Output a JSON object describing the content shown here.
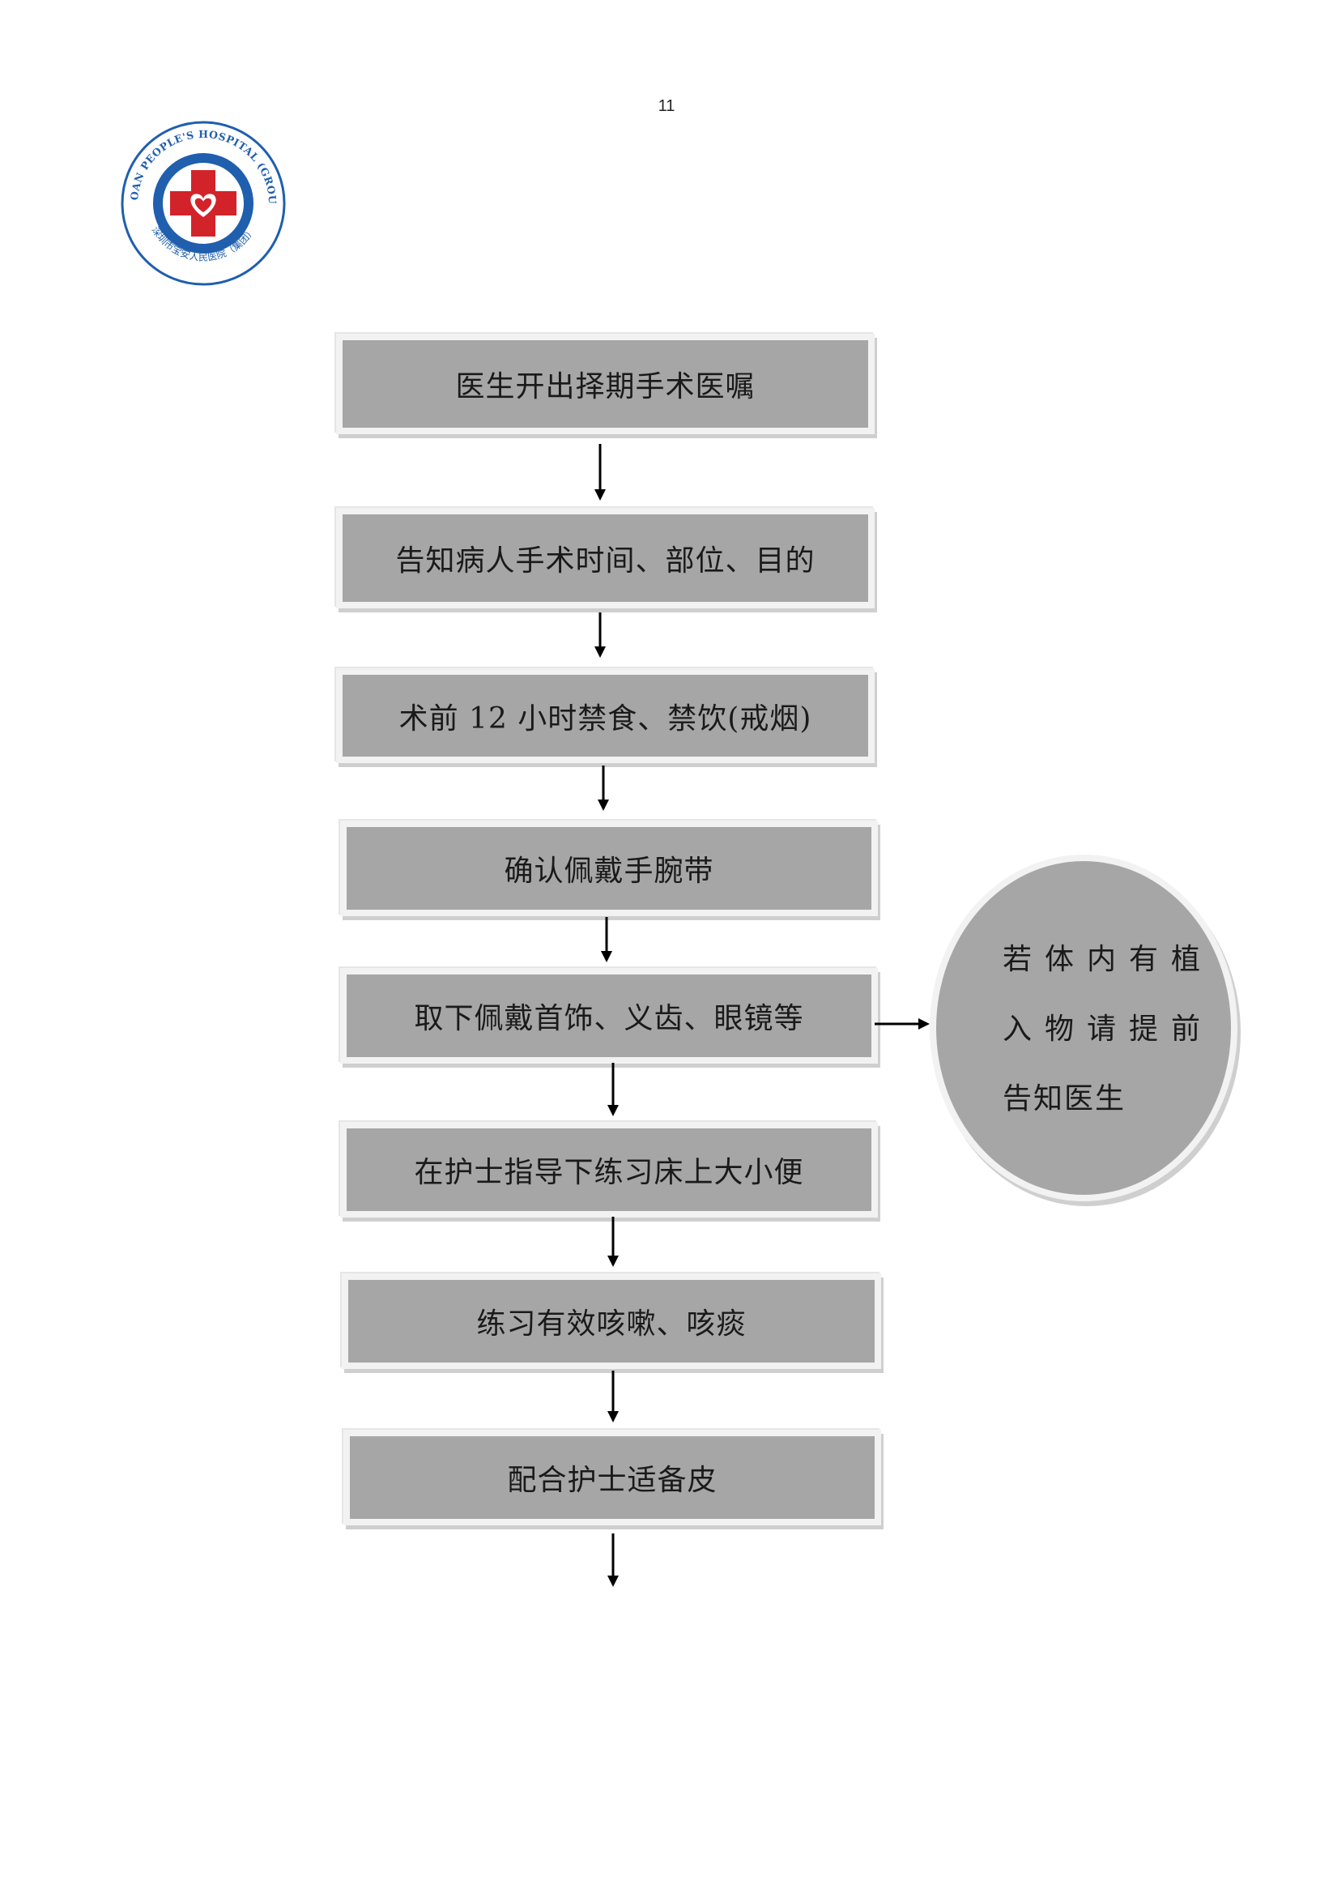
{
  "page_number": "11",
  "logo": {
    "text_top": "BAOAN PEOPLE'S HOSPITAL (GROUP)",
    "text_bottom": "深圳市宝安人民医院（集团）",
    "colors": {
      "ring": "#1f5fae",
      "cross": "#d2232a"
    }
  },
  "flow_steps": [
    "医生开出择期手术医嘱",
    "告知病人手术时间、部位、目的",
    "术前 12 小时禁食、禁饮(戒烟)",
    "确认佩戴手腕带",
    "取下佩戴首饰、义齿、眼镜等",
    "在护士指导下练习床上大小便",
    "练习有效咳嗽、咳痰",
    "配合护士适备皮"
  ],
  "side_note": {
    "lines": [
      "若体内有植",
      "入物请提前",
      "告知医生"
    ]
  }
}
